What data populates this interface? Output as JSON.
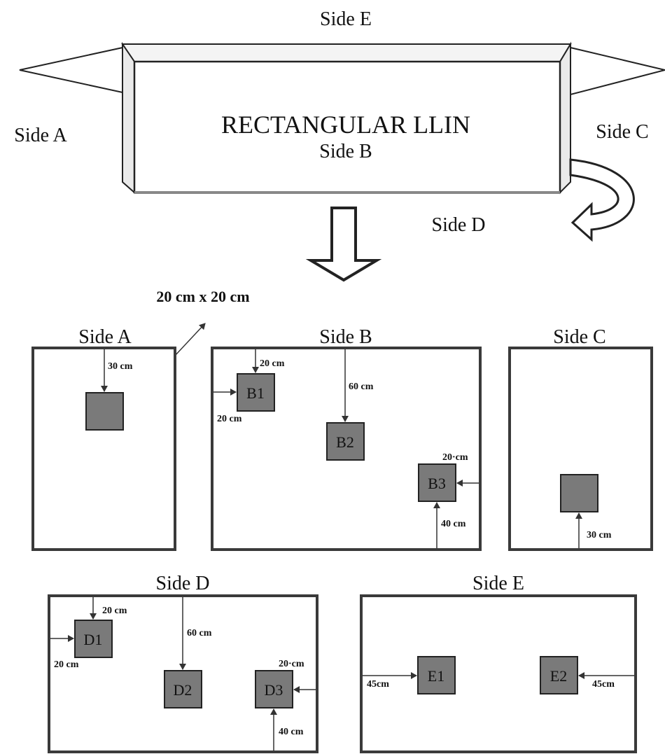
{
  "top": {
    "side_e": "Side E",
    "side_a": "Side A",
    "side_c": "Side C",
    "side_d": "Side D",
    "title": "RECTANGULAR LLIN",
    "side_b": "Side B"
  },
  "square_size": "20 cm x 20 cm",
  "panels": {
    "a": {
      "title": "Side A",
      "m1": "30 cm"
    },
    "b": {
      "title": "Side B",
      "m_b1_top": "20 cm",
      "m_b1_left": "20 cm",
      "m_b2": "60 cm",
      "m_b3_right": "20·cm",
      "m_b3_bottom": "40 cm",
      "s1": "B1",
      "s2": "B2",
      "s3": "B3"
    },
    "c": {
      "title": "Side C",
      "m1": "30 cm"
    },
    "d": {
      "title": "Side D",
      "m_d1_top": "20 cm",
      "m_d1_left": "20 cm",
      "m_d2": "60 cm",
      "m_d3_right": "20·cm",
      "m_d3_bottom": "40 cm",
      "s1": "D1",
      "s2": "D2",
      "s3": "D3"
    },
    "e": {
      "title": "Side E",
      "m_e1": "45cm",
      "m_e2": "45cm",
      "s1": "E1",
      "s2": "E2"
    }
  },
  "colors": {
    "square_fill": "#7a7a7a",
    "panel_border": "#3a3a3a",
    "net_fill": "#ffffff"
  }
}
